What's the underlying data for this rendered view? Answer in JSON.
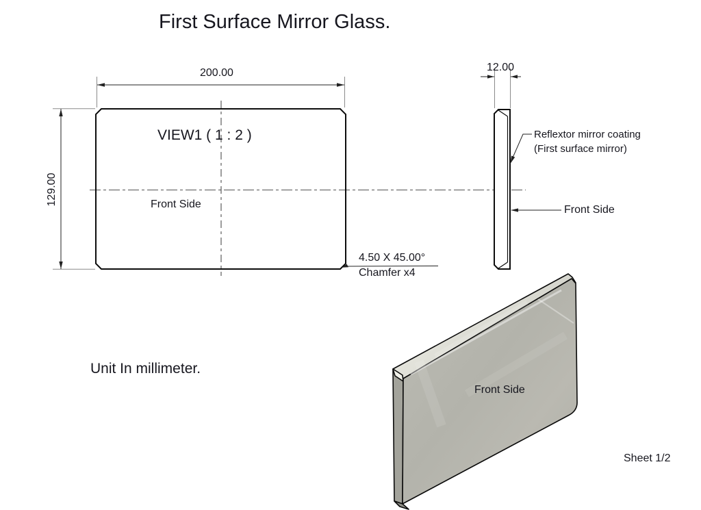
{
  "title": "First Surface Mirror Glass.",
  "views": {
    "front_view": {
      "label": "VIEW1 ( 1 : 2 )",
      "face_label": "Front Side",
      "width_dim": "200.00",
      "height_dim": "129.00",
      "chamfer_note_line1": "4.50 X 45.00°",
      "chamfer_note_line2": "Chamfer x4"
    },
    "side_view": {
      "thickness_dim": "12.00",
      "coating_note_line1": "Reflextor mirror coating",
      "coating_note_line2": "(First surface mirror)",
      "face_label": "Front Side"
    },
    "iso_view": {
      "face_label": "Front Side"
    }
  },
  "notes": {
    "units": "Unit In millimeter."
  },
  "footer": {
    "sheet": "Sheet 1/2"
  },
  "colors": {
    "outline": "#0c0c0c",
    "text": "#16161e",
    "extension_line": "#8a8a8a",
    "centerline": "#6f6f6f",
    "iso_face": "#b5b5ad",
    "iso_top_edge": "#dfdfd7",
    "iso_left_edge": "#a3a39b"
  }
}
